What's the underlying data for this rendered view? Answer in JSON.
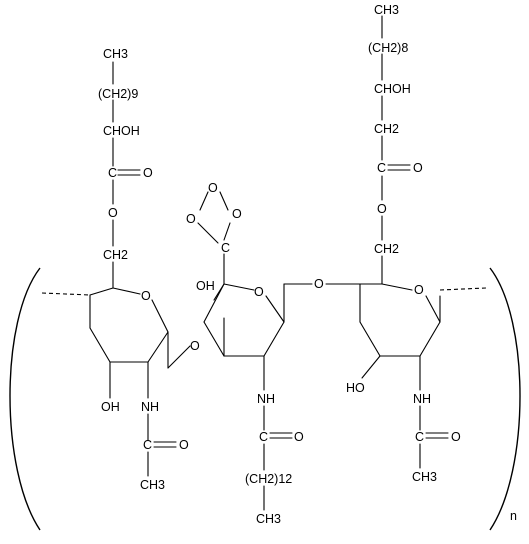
{
  "labels": {
    "left_top_ch3": "CH3",
    "left_ch2n": "(CH2)9",
    "left_choh": "CHOH",
    "left_c1": "C",
    "left_o_double1": "O",
    "left_o_ether1": "O",
    "left_ch2_a": "CH2",
    "left_ring_o": "O",
    "left_oh": "OH",
    "left_nh": "NH",
    "left_c_amide": "C",
    "left_o_amide": "O",
    "left_ch3_amide": "CH3",
    "mid_o1": "O",
    "mid_o2": "O",
    "mid_o3": "O",
    "mid_c_dioxo": "C",
    "mid_oh": "OH",
    "mid_o_link": "O",
    "mid_ring_o": "O",
    "mid_nh": "NH",
    "mid_c_amide": "C",
    "mid_o_amide": "O",
    "mid_ch2n": "(CH2)12",
    "mid_ch3": "CH3",
    "link_o": "O",
    "right_top_ch3": "CH3",
    "right_ch2n": "(CH2)8",
    "right_choh": "CHOH",
    "right_ch2": "CH2",
    "right_c": "C",
    "right_o_double": "O",
    "right_o_ether": "O",
    "right_ch2_b": "CH2",
    "right_ring_o": "O",
    "right_oh": "HO",
    "right_nh": "NH",
    "right_c_amide": "C",
    "right_o_amide": "O",
    "right_ch3_amide": "CH3",
    "repeat_n": "n"
  }
}
